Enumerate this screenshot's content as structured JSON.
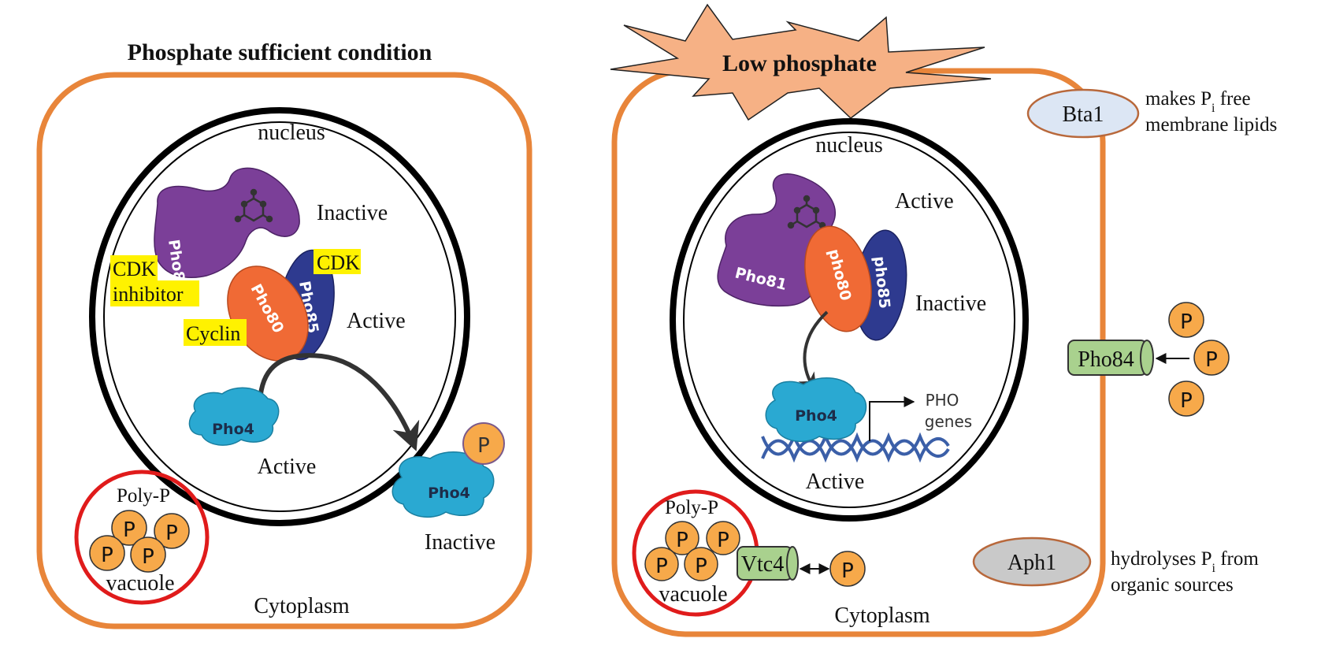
{
  "left_panel": {
    "title": "Phosphate sufficient condition",
    "nucleus_label": "nucleus",
    "pho81_label": "Pho81",
    "pho80_label": "Pho80",
    "pho85_label": "Pho85",
    "inactive_label": "Inactive",
    "active_label": "Active",
    "cdk_inhibitor_line1": "CDK",
    "cdk_inhibitor_line2": "inhibitor",
    "cdk_label": "CDK",
    "cyclin_label": "Cyclin",
    "pho4_nuclear_label": "Pho4",
    "pho4_nuclear_state": "Active",
    "pho4_cyto_label": "Pho4",
    "pho4_cyto_state": "Inactive",
    "phosphate_symbol": "P",
    "polyp_label": "Poly-P",
    "vacuole_label": "vacuole",
    "cytoplasm_label": "Cytoplasm"
  },
  "right_panel": {
    "title": "Low phosphate",
    "nucleus_label": "nucleus",
    "pho81_label": "Pho81",
    "pho80_label": "pho80",
    "pho85_label": "pho85",
    "active_label": "Active",
    "inactive_label": "Inactive",
    "pho4_label": "Pho4",
    "pho4_state": "Active",
    "pho_genes_line1": "PHO",
    "pho_genes_line2": "genes",
    "bta1_label": "Bta1",
    "bta1_desc_pre": "makes P",
    "bta1_desc_sub": "i",
    "bta1_desc_post": " free",
    "bta1_desc_line2": "membrane lipids",
    "pho84_label": "Pho84",
    "aph1_label": "Aph1",
    "aph1_desc_pre": "hydrolyses P",
    "aph1_desc_sub": "i",
    "aph1_desc_post": " from",
    "aph1_desc_line2": "organic sources",
    "vtc4_label": "Vtc4",
    "polyp_label": "Poly-P",
    "vacuole_label": "vacuole",
    "cytoplasm_label": "Cytoplasm",
    "phosphate_symbol": "P"
  },
  "colors": {
    "cell_membrane": "#e8853a",
    "vacuole_ring": "#e01b1b",
    "pho81": "#7b3f98",
    "pho80": "#f06a35",
    "pho85": "#2e3a8f",
    "pho4": "#2aa9d2",
    "phosphate": "#f7a94a",
    "highlight": "#fff200",
    "burst": "#f6b185",
    "bta1": "#dce6f4",
    "pho84": "#a9d18e",
    "aph1": "#c9c9c9",
    "dna": "#3b5fa8"
  }
}
